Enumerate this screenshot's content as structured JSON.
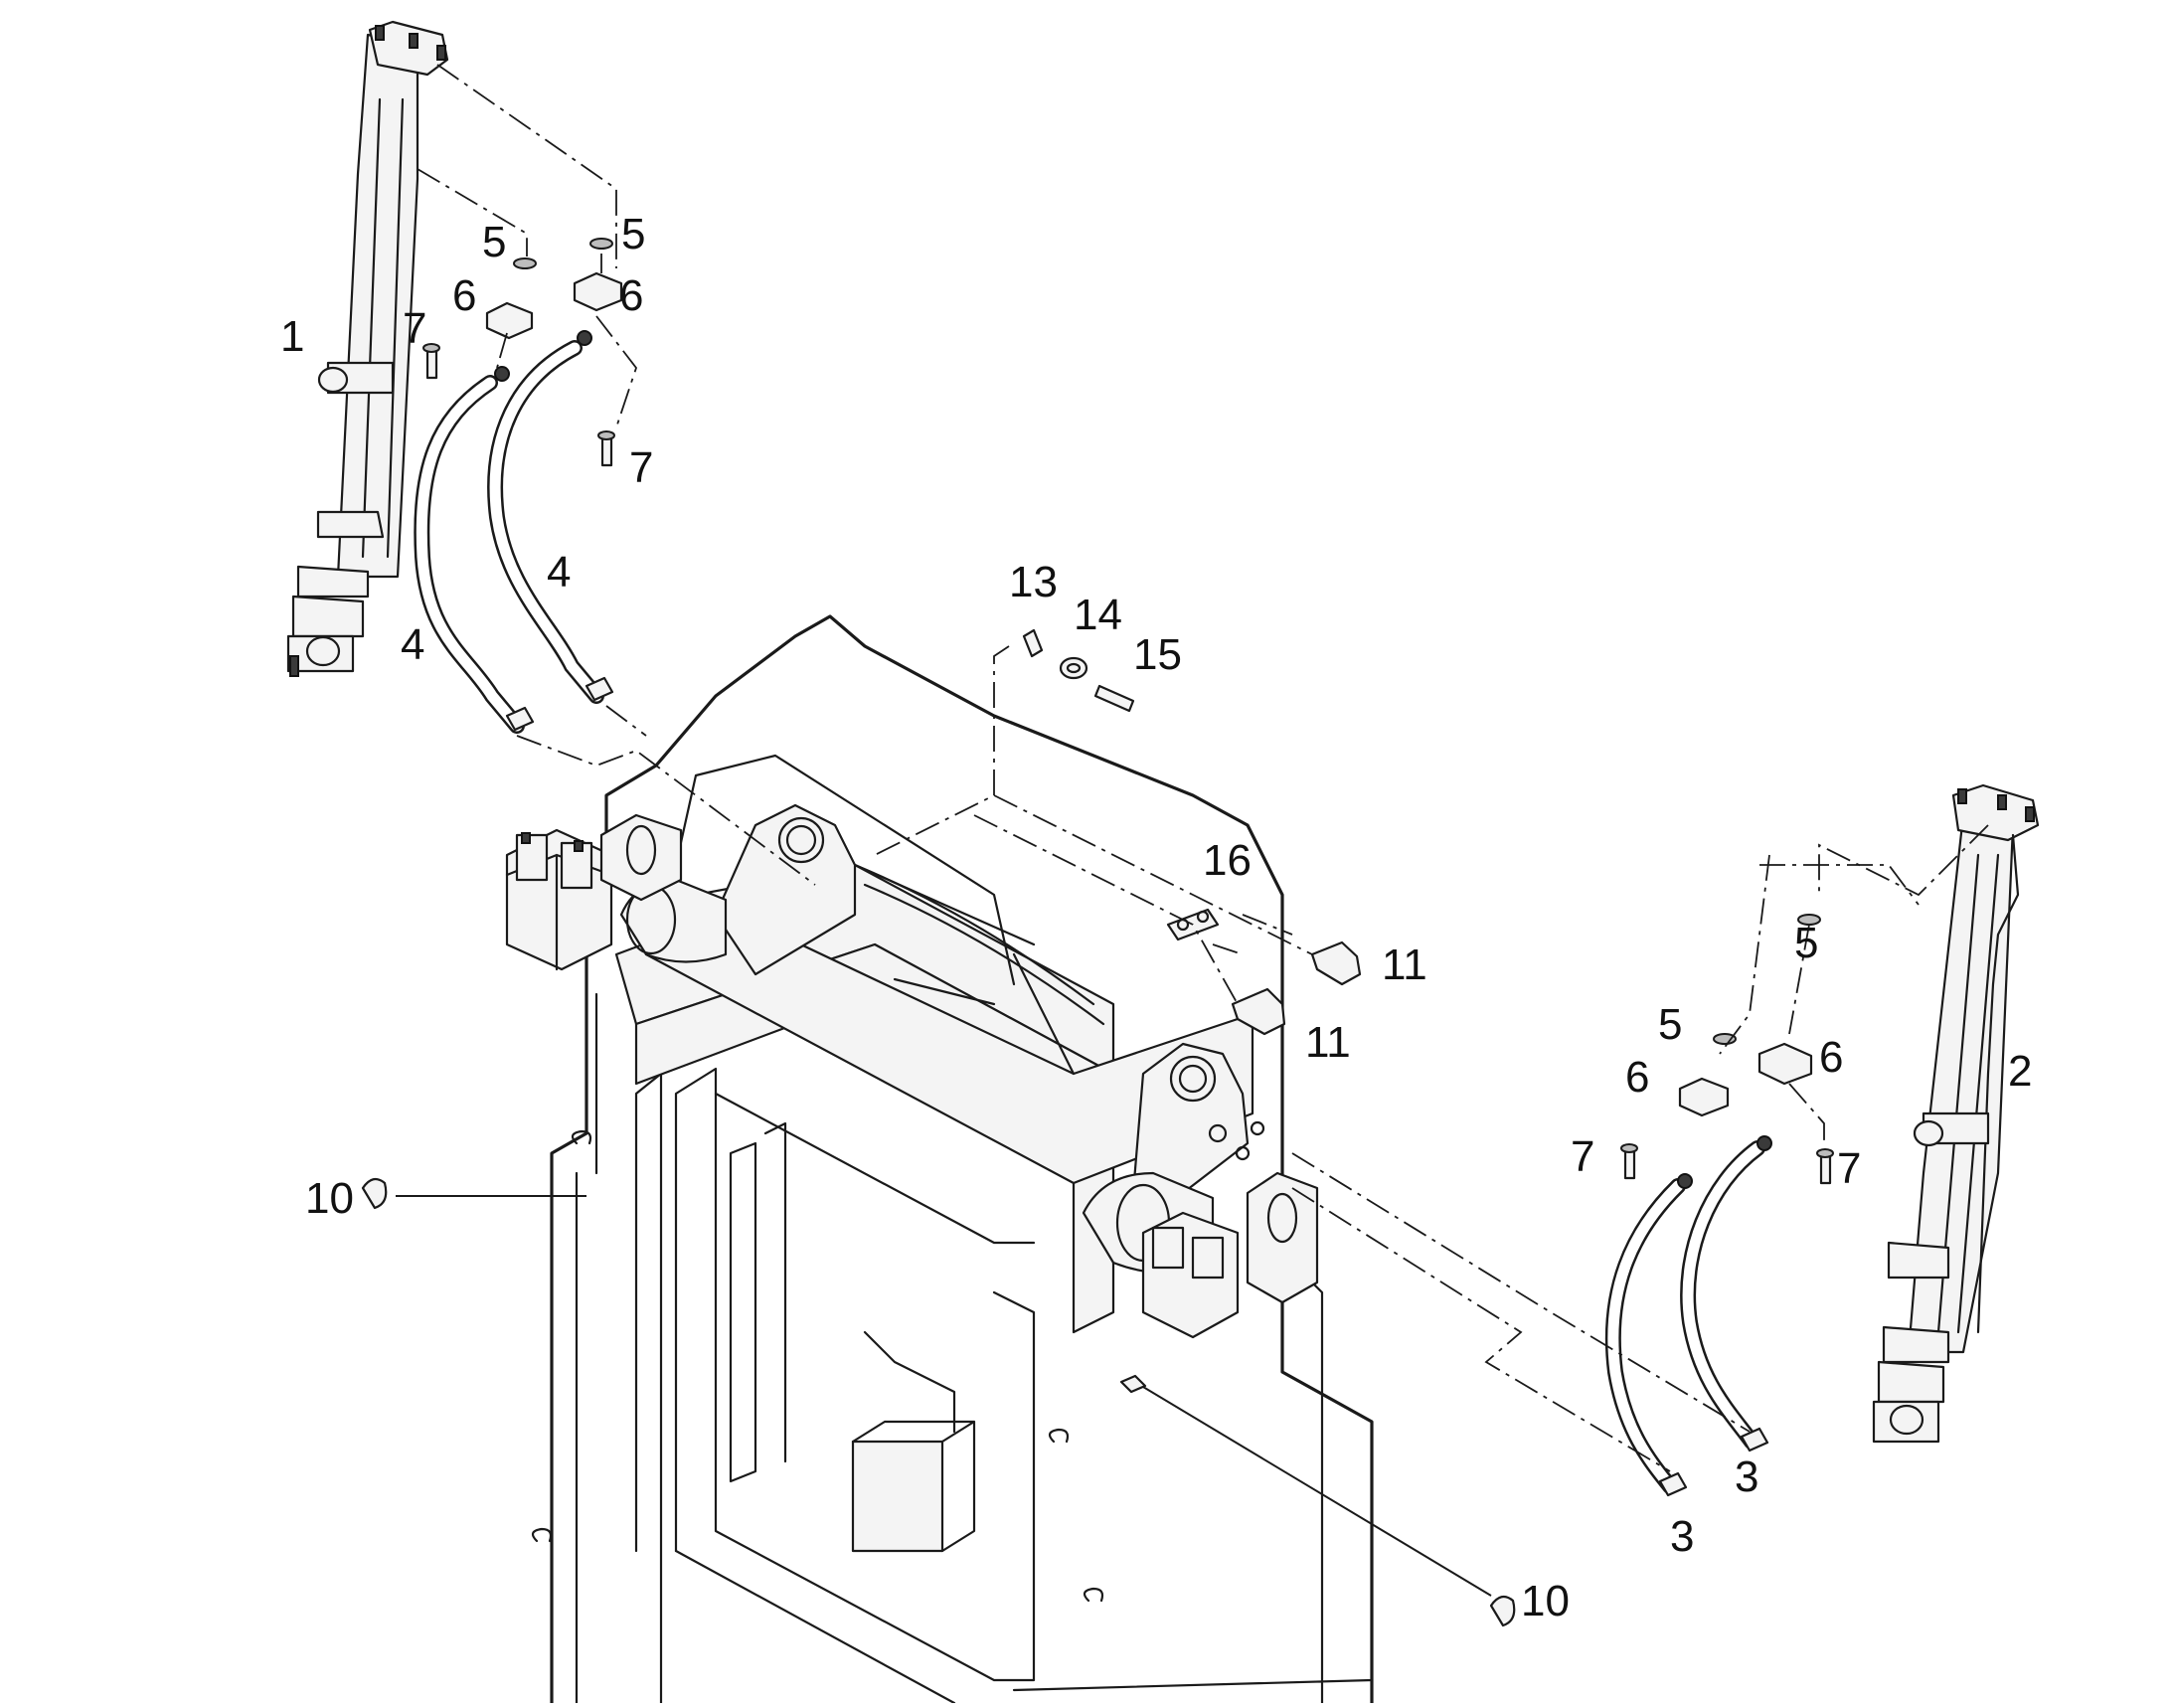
{
  "diagram": {
    "callouts": [
      "1",
      "2",
      "3",
      "3",
      "4",
      "4",
      "5",
      "5",
      "5",
      "5",
      "6",
      "6",
      "6",
      "6",
      "7",
      "7",
      "7",
      "7",
      "10",
      "10",
      "11",
      "11",
      "13",
      "14",
      "15",
      "16"
    ]
  }
}
